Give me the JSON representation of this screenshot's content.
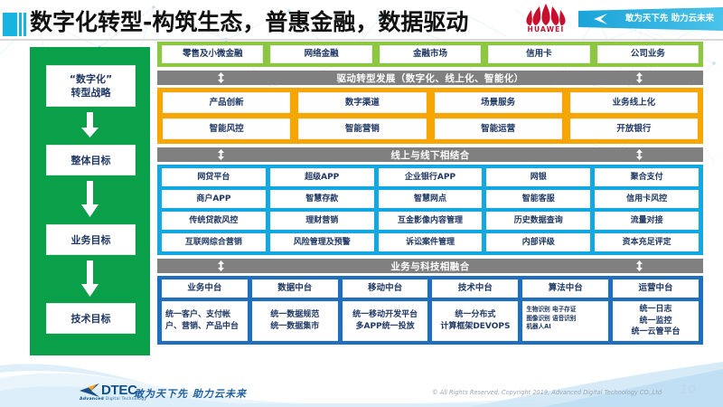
{
  "header": {
    "title": "数字化转型-构筑生态，普惠金融，数据驱动",
    "brand": "HUAWEI",
    "ribbon_text": "敢为天下先 助力云未来",
    "logo_icon": "huawei-flower-logo",
    "ribbon_icon": "paper-plane-icon",
    "title_decoration_icon": "blue-bars-icon"
  },
  "left_column": {
    "steps": [
      {
        "label": "“数字化”\n转型战略"
      },
      {
        "label": "整体目标"
      },
      {
        "label": "业务目标"
      },
      {
        "label": "技术目标"
      }
    ],
    "arrow_icon": "down-arrow-icon",
    "bg_color": "#0AA049"
  },
  "bands": {
    "business_lines": {
      "color": "#8DC63F",
      "cells": [
        "零售及小微金融",
        "网络金融",
        "金融市场",
        "信用卡",
        "公司业务"
      ]
    },
    "connector_1": {
      "label": "驱动转型发展（数字化、线上化、智能化）",
      "icon": "up-down-arrow-icon",
      "color": "#808080"
    },
    "transformation": {
      "color": "#F7A600",
      "rows": [
        [
          "产品创新",
          "数字渠道",
          "场景服务",
          "业务线上化"
        ],
        [
          "智能风控",
          "智能营销",
          "智能运营",
          "开放银行"
        ]
      ]
    },
    "connector_2": {
      "label": "线上与线下相结合",
      "icon": "up-down-arrow-icon",
      "color": "#808080"
    },
    "online_offline": {
      "color": "#14A7E0",
      "rows": [
        [
          "网贷平台",
          "超级APP",
          "企业银行APP",
          "网银",
          "聚合支付"
        ],
        [
          "商户APP",
          "智慧存款",
          "智慧网点",
          "智能客服",
          "信用卡风控"
        ],
        [
          "传统贷款风控",
          "理财营销",
          "互金影像内容管理",
          "历史数据查询",
          "流量对接"
        ],
        [
          "互联网综合营销",
          "风险管理及预警",
          "诉讼案件管理",
          "内部评级",
          "资本充足评定"
        ]
      ]
    },
    "connector_3": {
      "label": "业务与科技相融合",
      "icon": "up-down-arrow-icon",
      "color": "#808080"
    },
    "midend": {
      "color": "#1F6FC0",
      "headers": [
        "业务中台",
        "数据中台",
        "移动中台",
        "技术中台",
        "算法中台",
        "运营中台"
      ],
      "bodies": [
        "统一客户、支付帐户、营销、产品中台",
        "统一数据规范\n统一数据集市",
        "统一移动开发平台\n多APP统一投放",
        "统一分布式\n计算框架DEVOPS",
        "生物识别 电子存证\n图像识别 语音识别\n机器人AI",
        "统一日志\n统一监控\n统一云管平台"
      ]
    }
  },
  "footer": {
    "logo_text": "DTEC",
    "logo_tagline_bold": "Advanced",
    "logo_tagline_rest": " Digital Technology",
    "logo_icon": "dtec-arrow-icon",
    "slogan": "敢为天下先   助力云未来",
    "copyright": "© All Rights Reserved. Copyright 2019, Advanced Digital Technology CO.,Ltd",
    "page_number": "10"
  }
}
